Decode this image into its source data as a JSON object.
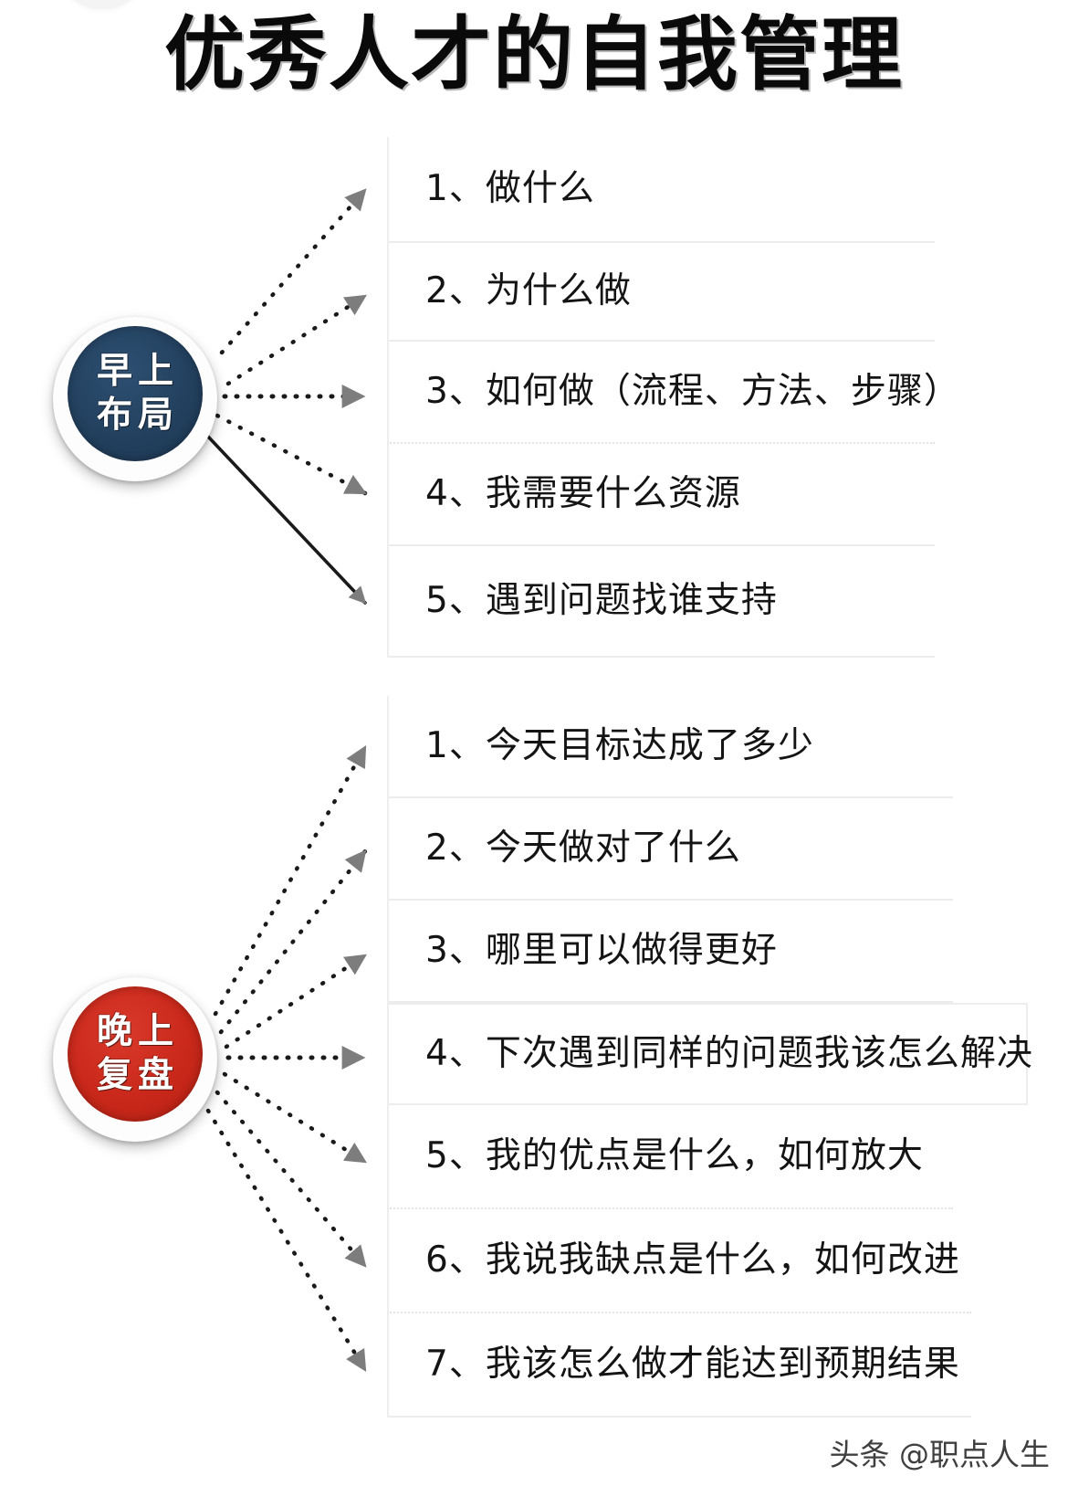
{
  "title": "优秀人才的自我管理",
  "watermark": "头条 @职点人生",
  "hubs": [
    {
      "id": "morning",
      "line1": "早上",
      "line2": "布局",
      "color": "#23415f",
      "name": "morning-planning-hub"
    },
    {
      "id": "evening",
      "line1": "晚上",
      "line2": "复盘",
      "color": "#c9281a",
      "name": "evening-review-hub"
    }
  ],
  "groups": [
    {
      "id": "morning-list",
      "hub": "morning",
      "items": [
        {
          "index": "1",
          "text": "1、做什么"
        },
        {
          "index": "2",
          "text": "2、为什么做"
        },
        {
          "index": "3",
          "text": "3、如何做（流程、方法、步骤）"
        },
        {
          "index": "4",
          "text": "4、我需要什么资源"
        },
        {
          "index": "5",
          "text": "5、遇到问题找谁支持"
        }
      ]
    },
    {
      "id": "evening-list",
      "hub": "evening",
      "items": [
        {
          "index": "1",
          "text": "1、今天目标达成了多少"
        },
        {
          "index": "2",
          "text": "2、今天做对了什么"
        },
        {
          "index": "3",
          "text": "3、哪里可以做得更好"
        },
        {
          "index": "4",
          "text": "4、下次遇到同样的问题我该怎么解决"
        },
        {
          "index": "5",
          "text": "5、我的优点是什么，如何放大"
        },
        {
          "index": "6",
          "text": "6、我说我缺点是什么，如何改进"
        },
        {
          "index": "7",
          "text": "7、我该怎么做才能达到预期结果"
        }
      ]
    }
  ],
  "connectors": {
    "arrow_color": "#7d7d7d",
    "line_color": "#1a1a1a",
    "style": "dotted"
  }
}
